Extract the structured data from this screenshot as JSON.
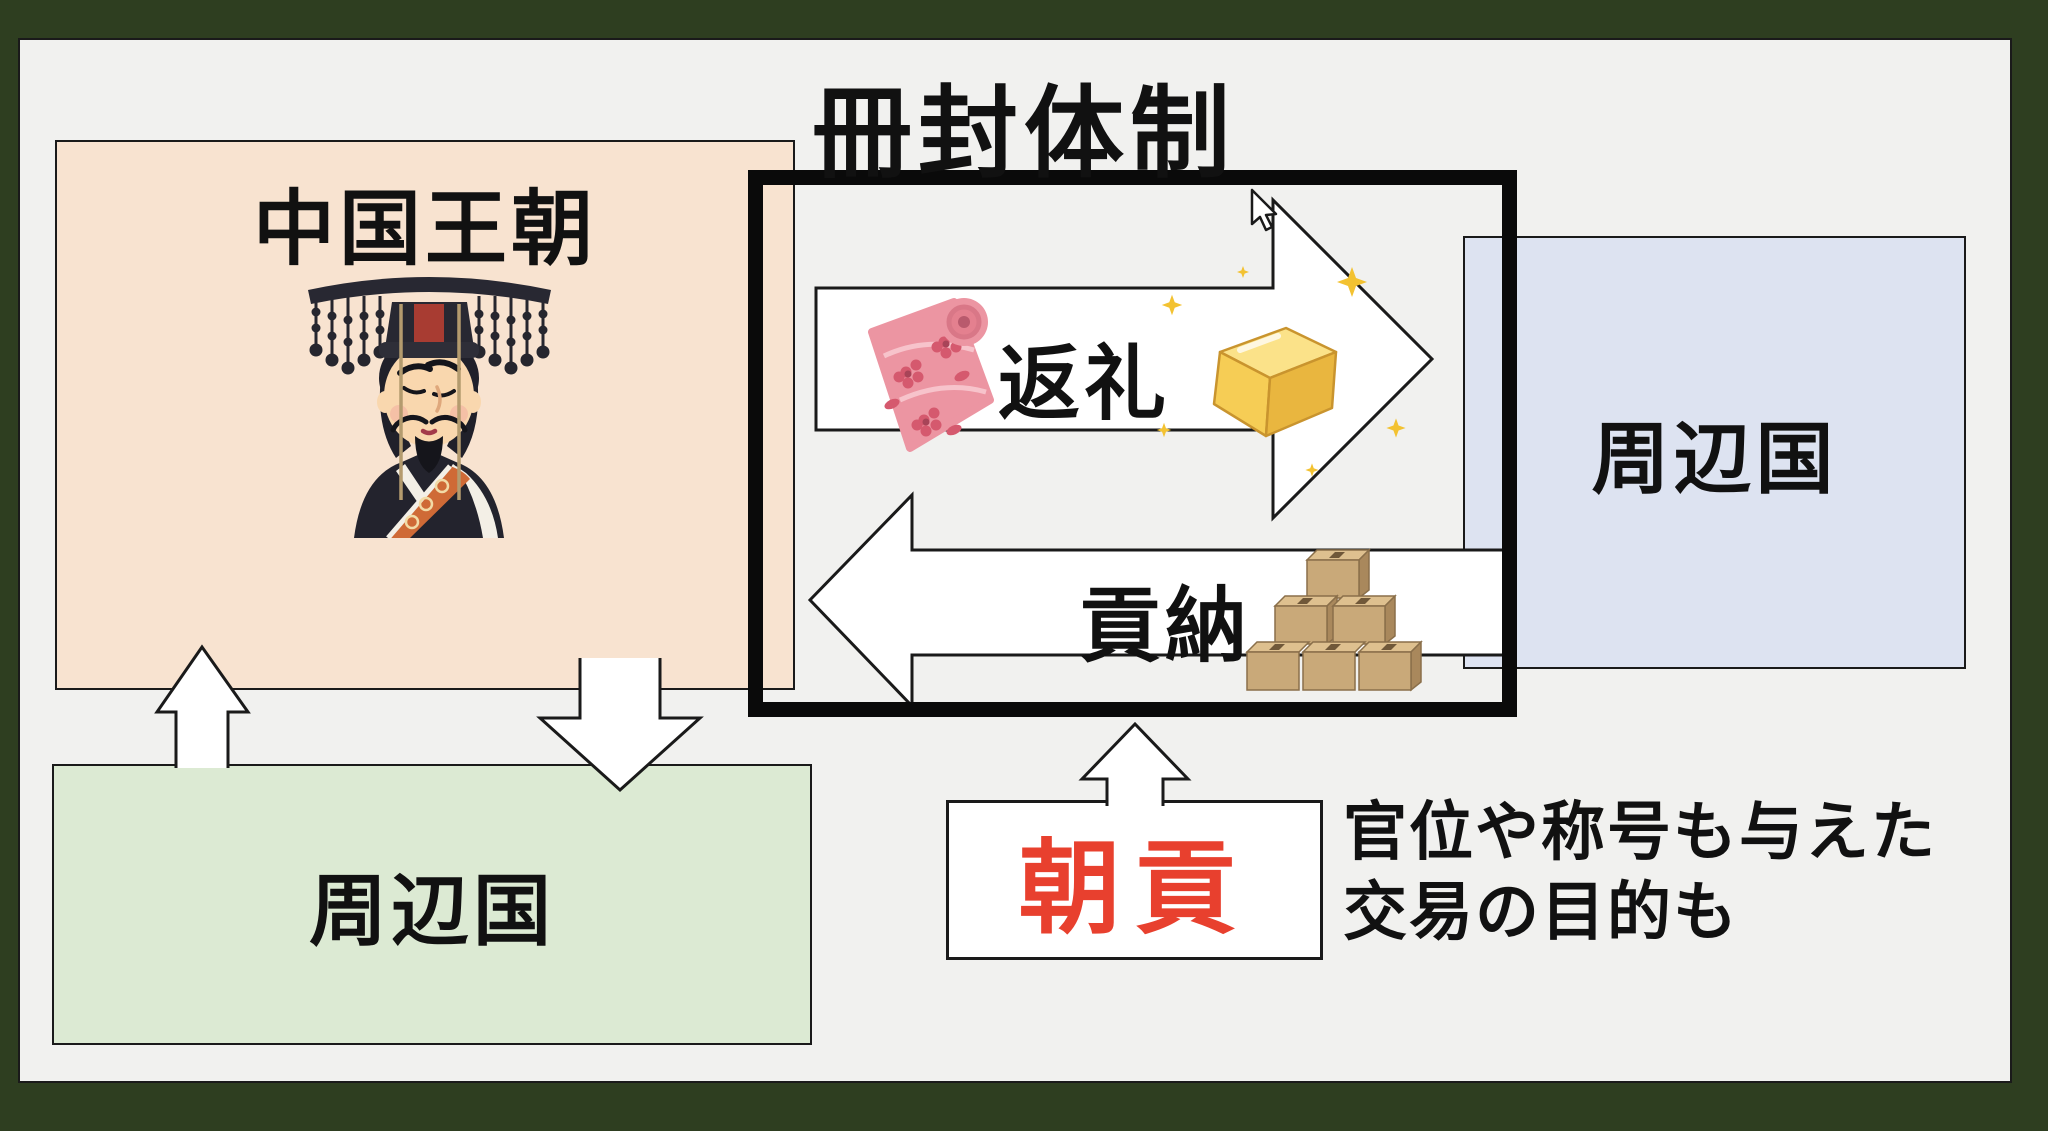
{
  "title": "冊封体制",
  "colors": {
    "frame": "#2e3e20",
    "panel": "#f1f1ef",
    "china_box": "#f8e3d0",
    "neighbor_right_box": "#dde3f1",
    "neighbor_bottom_box": "#dcead3",
    "tribute_red": "#e8402e",
    "gold": "#f6cd55",
    "fabric_pink": "#ec95a2",
    "cardboard_tan": "#c9a979"
  },
  "boxes": {
    "china": {
      "label": "中国王朝"
    },
    "neighbor_right": {
      "label": "周辺国"
    },
    "neighbor_bottom": {
      "label": "周辺国"
    }
  },
  "flows": {
    "reward": {
      "label": "返礼"
    },
    "tribute_goods": {
      "label": "貢納"
    },
    "tribute": {
      "label": "朝貢"
    }
  },
  "annotation": {
    "line1": "官位や称号も与えた",
    "line2": "交易の目的も"
  },
  "icons": {
    "emperor": "chinese-emperor",
    "fabric": "fabric-roll",
    "gold": "gold-bar",
    "boxes": "cardboard-boxes",
    "sparkle": "sparkle",
    "cursor": "mouse-cursor"
  }
}
